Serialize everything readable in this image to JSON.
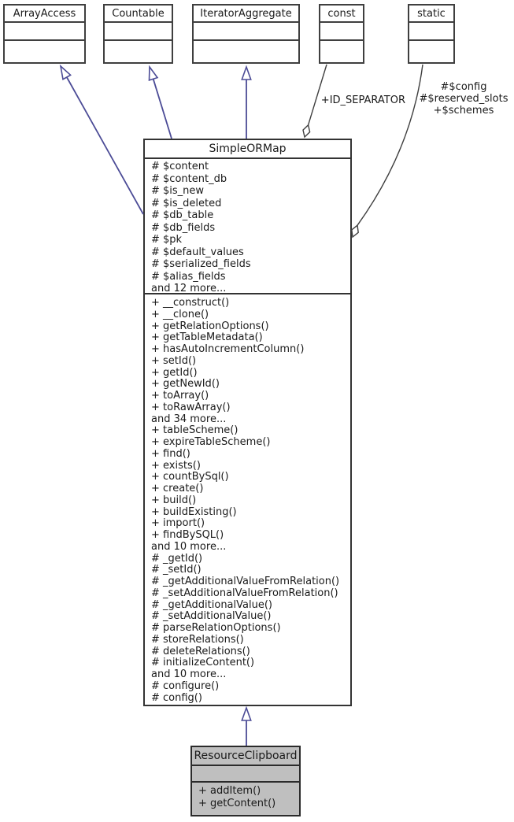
{
  "colors": {
    "inheritance_edge": "#4b4b96",
    "aggregation_edge": "#3f3f3f",
    "highlight_class_fill": "#bfbfbf",
    "box_border": "#3f3f3f"
  },
  "interfaces": [
    "ArrayAccess",
    "Countable",
    "IteratorAggregate",
    "const",
    "static"
  ],
  "edge_labels": {
    "const_member": "+ID_SEPARATOR",
    "static_members": [
      "#$config",
      "#$reserved_slots",
      "+$schemes"
    ]
  },
  "simpleormap": {
    "title": "SimpleORMap",
    "attributes": [
      "# $content",
      "# $content_db",
      "# $is_new",
      "# $is_deleted",
      "# $db_table",
      "# $db_fields",
      "# $pk",
      "# $default_values",
      "# $serialized_fields",
      "# $alias_fields",
      "and 12 more..."
    ],
    "methods": [
      "+ __construct()",
      "+ __clone()",
      "+ getRelationOptions()",
      "+ getTableMetadata()",
      "+ hasAutoIncrementColumn()",
      "+ setId()",
      "+ getId()",
      "+ getNewId()",
      "+ toArray()",
      "+ toRawArray()",
      "and 34 more...",
      "+ tableScheme()",
      "+ expireTableScheme()",
      "+ find()",
      "+ exists()",
      "+ countBySql()",
      "+ create()",
      "+ build()",
      "+ buildExisting()",
      "+ import()",
      "+ findBySQL()",
      "and 10 more...",
      "# _getId()",
      "# _setId()",
      "# _getAdditionalValueFromRelation()",
      "# _setAdditionalValueFromRelation()",
      "# _getAdditionalValue()",
      "# _setAdditionalValue()",
      "# parseRelationOptions()",
      "# storeRelations()",
      "# deleteRelations()",
      "# initializeContent()",
      "and 10 more...",
      "# configure()",
      "# config()"
    ]
  },
  "resourceclipboard": {
    "title": "ResourceClipboard",
    "methods": [
      "+ addItem()",
      "+ getContent()"
    ]
  }
}
